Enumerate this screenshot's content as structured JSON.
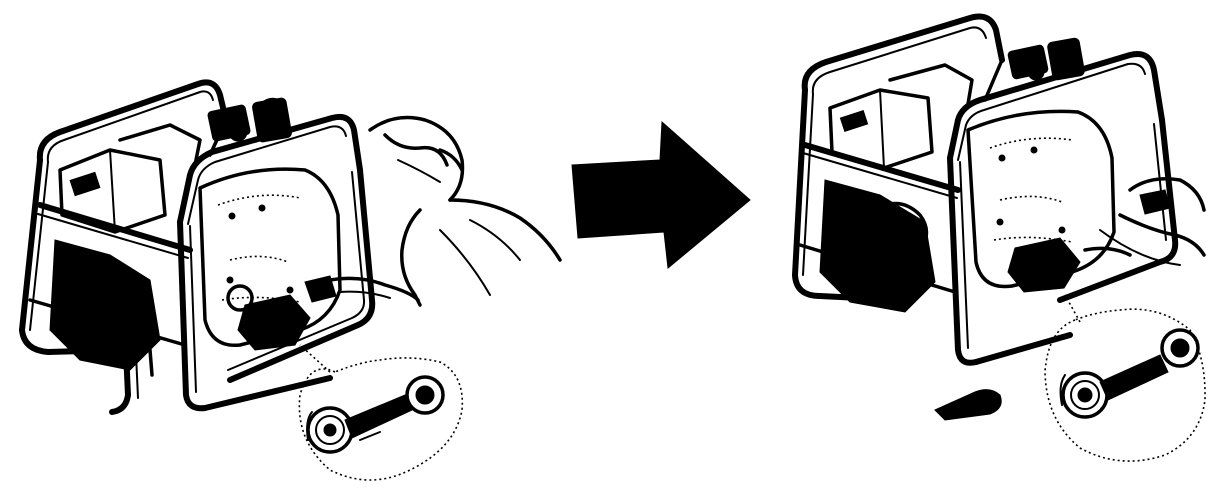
{
  "diagram": {
    "panels": [
      {
        "id": "before",
        "icon": "generator-icon"
      },
      {
        "id": "after",
        "icon": "generator-icon"
      }
    ],
    "connector": {
      "icon": "right-arrow-icon",
      "color": "#000000"
    },
    "callouts": [
      {
        "id": "before-detail",
        "icon": "drain-plug-icon"
      },
      {
        "id": "after-detail",
        "icon": "drain-plug-icon"
      }
    ],
    "colors": {
      "ink": "#000000",
      "background": "#ffffff"
    }
  }
}
